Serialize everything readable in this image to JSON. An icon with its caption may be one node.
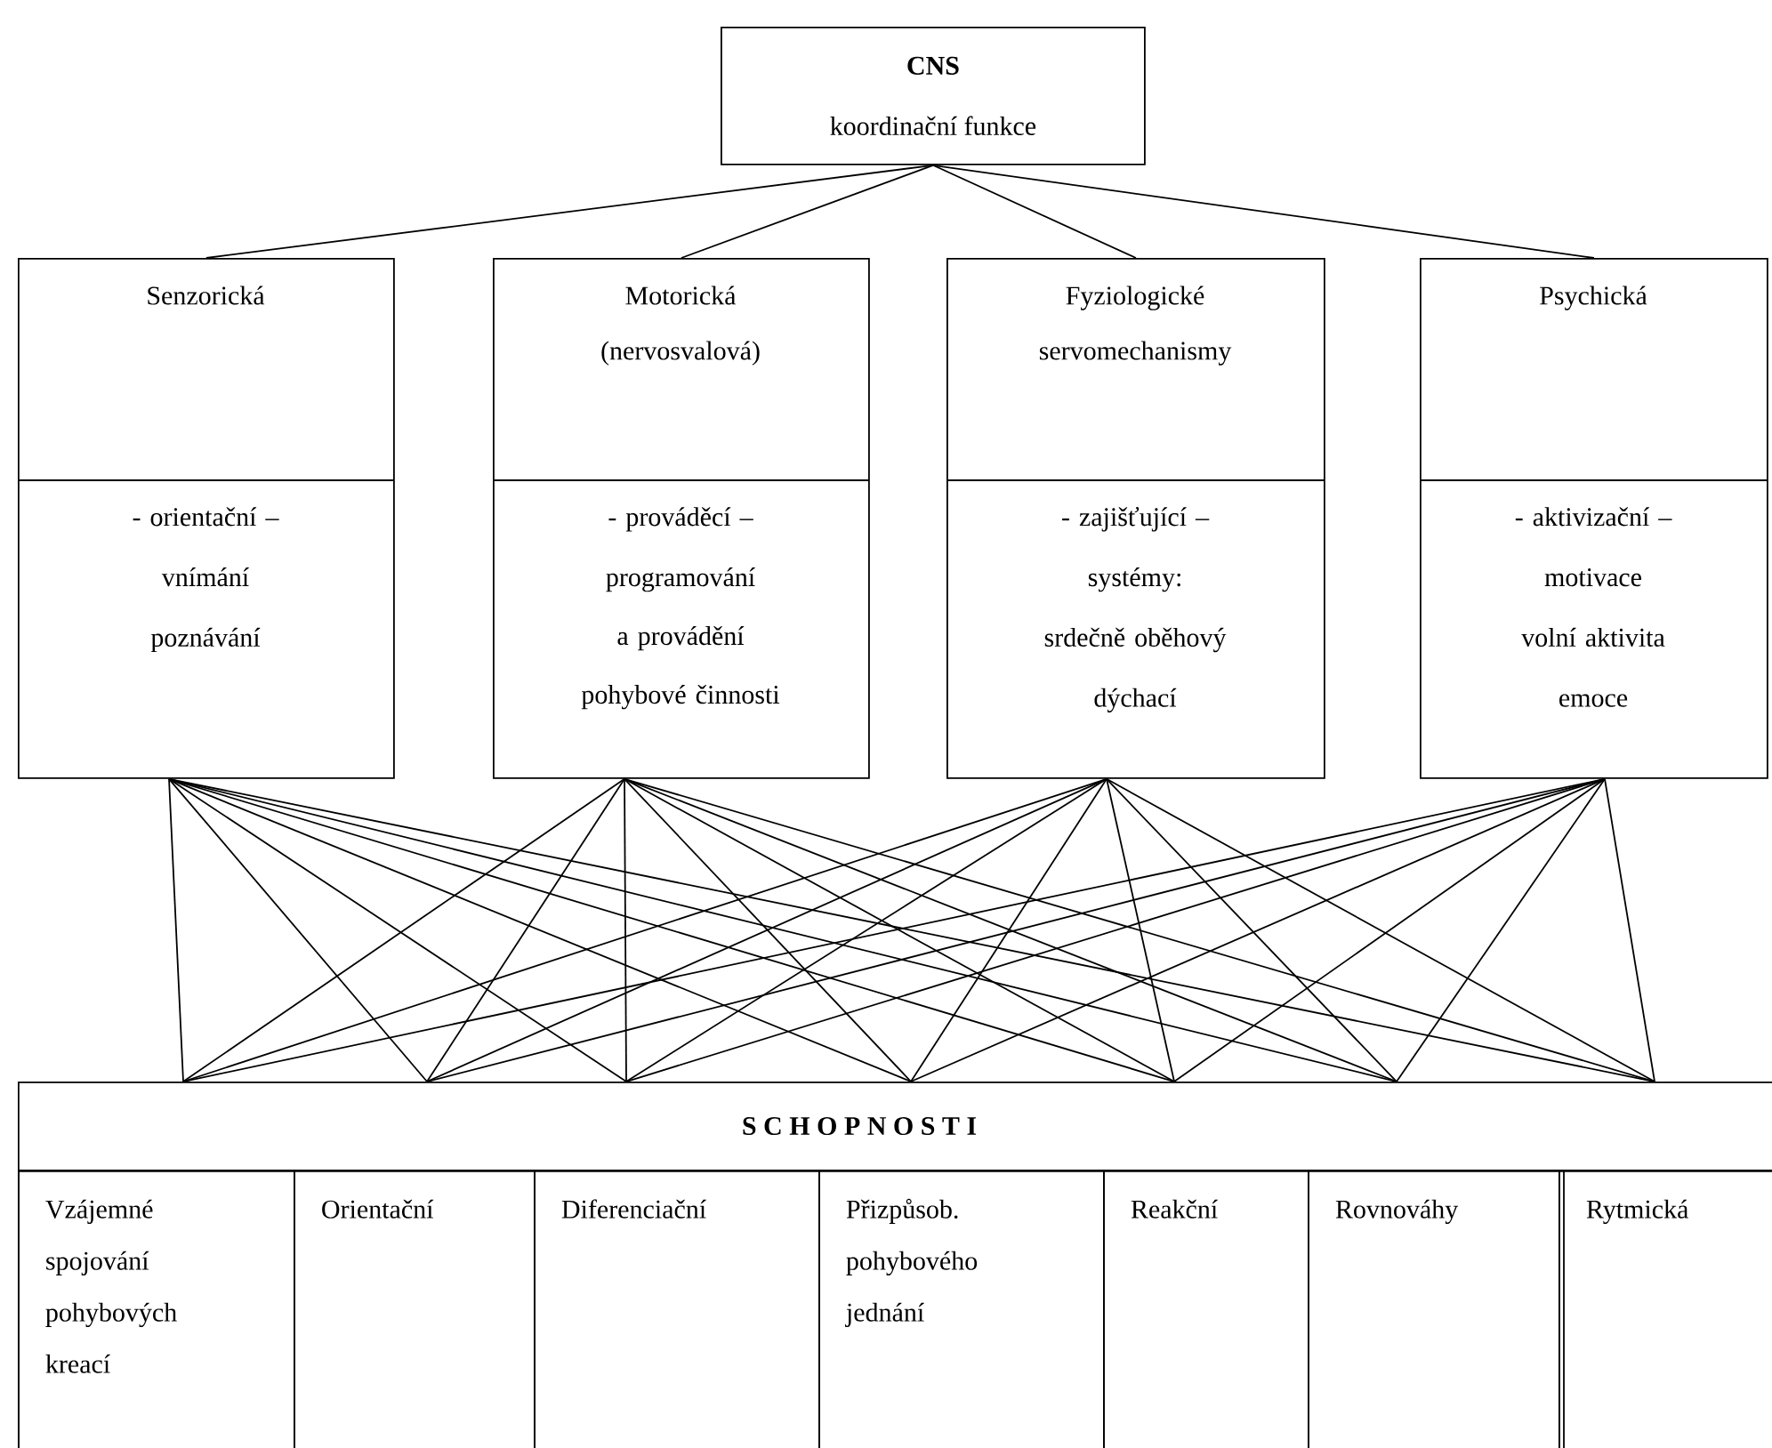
{
  "diagram": {
    "nodes": [
      {
        "text": [
          "CNS",
          "koordinační funkce"
        ]
      },
      {
        "text": [
          "Senzorická",
          "- orientační –",
          "vnímání",
          "poznávání"
        ]
      },
      {
        "text": [
          "Motorická (nervosvalová)",
          "- prováděcí –",
          "programování a provádění pohybové činnosti"
        ]
      },
      {
        "text": [
          "Fyziologické servomechanismy",
          "- zajišťující –",
          "systémy:",
          "srdečně oběhový",
          "dýchací"
        ]
      },
      {
        "text": [
          "Psychická",
          "- aktivizační –",
          "motivace",
          "volní aktivita",
          "emoce"
        ]
      },
      {
        "text": [
          "S C H O P N O S T I"
        ]
      },
      {
        "text": [
          "Vzájemné spojování pohybových kreací"
        ],
        "in": 5
      },
      {
        "text": [
          "Orientační"
        ],
        "in": 5
      },
      {
        "text": [
          "Diferenciační"
        ],
        "in": 5
      },
      {
        "text": [
          "Přizpůsob. pohybového jednání"
        ],
        "in": 5
      },
      {
        "text": [
          "Reakční"
        ],
        "in": 5
      },
      {
        "text": [
          "Rovnováhy"
        ],
        "in": 5
      },
      {
        "text": [
          "Rytmická"
        ],
        "in": 5
      }
    ],
    "edges": [
      {
        "from": 0,
        "to": 1,
        "arrow": "none"
      },
      {
        "from": 0,
        "to": 2,
        "arrow": "none"
      },
      {
        "from": 0,
        "to": 3,
        "arrow": "none"
      },
      {
        "from": 0,
        "to": 4,
        "arrow": "none"
      },
      {
        "from": 1,
        "to": 6,
        "arrow": "none"
      },
      {
        "from": 1,
        "to": 7,
        "arrow": "none"
      },
      {
        "from": 1,
        "to": 8,
        "arrow": "none"
      },
      {
        "from": 1,
        "to": 9,
        "arrow": "none"
      },
      {
        "from": 1,
        "to": 10,
        "arrow": "none"
      },
      {
        "from": 1,
        "to": 11,
        "arrow": "none"
      },
      {
        "from": 1,
        "to": 12,
        "arrow": "none"
      },
      {
        "from": 2,
        "to": 6,
        "arrow": "none"
      },
      {
        "from": 2,
        "to": 7,
        "arrow": "none"
      },
      {
        "from": 2,
        "to": 8,
        "arrow": "none"
      },
      {
        "from": 2,
        "to": 9,
        "arrow": "none"
      },
      {
        "from": 2,
        "to": 10,
        "arrow": "none"
      },
      {
        "from": 2,
        "to": 11,
        "arrow": "none"
      },
      {
        "from": 2,
        "to": 12,
        "arrow": "none"
      },
      {
        "from": 3,
        "to": 6,
        "arrow": "none"
      },
      {
        "from": 3,
        "to": 7,
        "arrow": "none"
      },
      {
        "from": 3,
        "to": 8,
        "arrow": "none"
      },
      {
        "from": 3,
        "to": 9,
        "arrow": "none"
      },
      {
        "from": 3,
        "to": 10,
        "arrow": "none"
      },
      {
        "from": 3,
        "to": 11,
        "arrow": "none"
      },
      {
        "from": 3,
        "to": 12,
        "arrow": "none"
      },
      {
        "from": 4,
        "to": 6,
        "arrow": "none"
      },
      {
        "from": 4,
        "to": 7,
        "arrow": "none"
      },
      {
        "from": 4,
        "to": 8,
        "arrow": "none"
      },
      {
        "from": 4,
        "to": 9,
        "arrow": "none"
      },
      {
        "from": 4,
        "to": 10,
        "arrow": "none"
      },
      {
        "from": 4,
        "to": 11,
        "arrow": "none"
      },
      {
        "from": 4,
        "to": 12,
        "arrow": "none"
      }
    ]
  }
}
